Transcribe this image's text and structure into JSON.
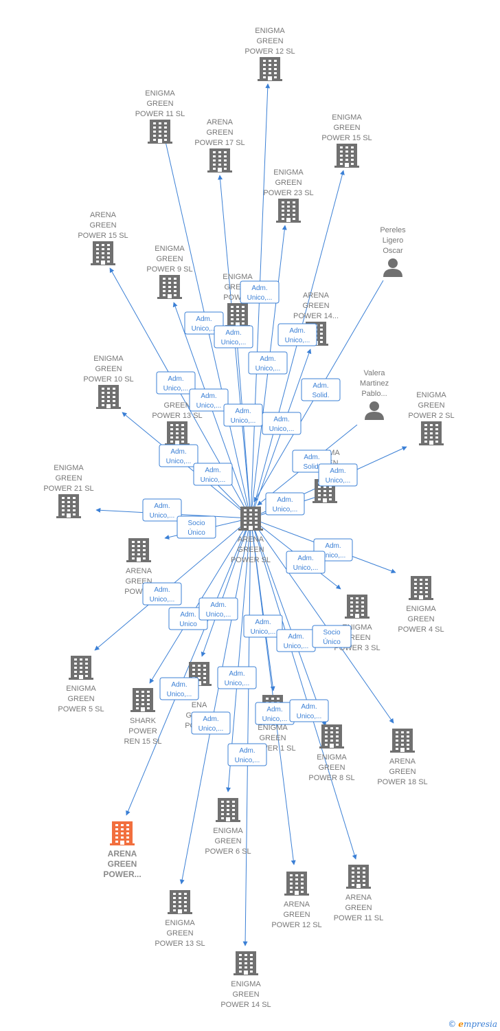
{
  "colors": {
    "edge": "#3a7fd5",
    "icon": "#707070",
    "highlight": "#f26f3e",
    "label": "#777777"
  },
  "footer": {
    "copyright": "©",
    "brand_initial": "e",
    "brand_rest": "mpresia"
  },
  "nodes": [
    {
      "id": "center",
      "type": "company",
      "label": [
        "ARENA",
        "GREEN",
        "POWER  SL"
      ]
    },
    {
      "id": "egp12",
      "type": "company",
      "label": [
        "ENIGMA",
        "GREEN",
        "POWER 12  SL"
      ]
    },
    {
      "id": "egp11",
      "type": "company",
      "label": [
        "ENIGMA",
        "GREEN",
        "POWER 11  SL"
      ]
    },
    {
      "id": "agp17",
      "type": "company",
      "label": [
        "ARENA",
        "GREEN",
        "POWER 17  SL"
      ]
    },
    {
      "id": "egp15",
      "type": "company",
      "label": [
        "ENIGMA",
        "GREEN",
        "POWER 15  SL"
      ]
    },
    {
      "id": "egp23",
      "type": "company",
      "label": [
        "ENIGMA",
        "GREEN",
        "POWER 23  SL"
      ]
    },
    {
      "id": "agp15",
      "type": "company",
      "label": [
        "ARENA",
        "GREEN",
        "POWER 15  SL"
      ]
    },
    {
      "id": "pereles",
      "type": "person",
      "label": [
        "Pereles",
        "Ligero",
        "Oscar"
      ]
    },
    {
      "id": "egp9",
      "type": "company",
      "label": [
        "ENIGMA",
        "GREEN",
        "POWER 9  SL"
      ]
    },
    {
      "id": "egpX",
      "type": "company",
      "label": [
        "ENIGMA",
        "GREEN",
        "POWER"
      ]
    },
    {
      "id": "agp14",
      "type": "company",
      "label": [
        "ARENA",
        "GREEN",
        "POWER 14..."
      ]
    },
    {
      "id": "valera",
      "type": "person",
      "label": [
        "Valera",
        "Martinez",
        "Pablo..."
      ]
    },
    {
      "id": "egp10",
      "type": "company",
      "label": [
        "ENIGMA",
        "GREEN",
        "POWER 10  SL"
      ]
    },
    {
      "id": "agp13",
      "type": "company",
      "label": [
        "",
        "GREEN",
        "POWER 13  SL"
      ]
    },
    {
      "id": "egp2",
      "type": "company",
      "label": [
        "ENIGMA",
        "GREEN",
        "POWER 2  SL"
      ]
    },
    {
      "id": "egpY",
      "type": "company",
      "label": [
        "ENIGMA",
        "GREEN",
        ""
      ]
    },
    {
      "id": "egp21",
      "type": "company",
      "label": [
        "ENIGMA",
        "GREEN",
        "POWER 21  SL"
      ]
    },
    {
      "id": "agpZ",
      "type": "company",
      "label": [
        "ARENA",
        "GREEN",
        "POWER"
      ]
    },
    {
      "id": "egp4",
      "type": "company",
      "label": [
        "ENIGMA",
        "GREEN",
        "POWER 4  SL"
      ]
    },
    {
      "id": "egp3",
      "type": "company",
      "label": [
        "ENIGMA",
        "GREEN",
        "POWER 3  SL"
      ]
    },
    {
      "id": "egp5",
      "type": "company",
      "label": [
        "ENIGMA",
        "GREEN",
        "POWER 5  SL"
      ]
    },
    {
      "id": "agpW",
      "type": "company",
      "label": [
        "",
        "ENA",
        "GREEN",
        "POWER"
      ]
    },
    {
      "id": "shark",
      "type": "company",
      "label": [
        "SHARK",
        "POWER",
        "REN 15  SL"
      ]
    },
    {
      "id": "egp1",
      "type": "company",
      "label": [
        "ENIGMA",
        "GREEN",
        "POWER 1  SL"
      ]
    },
    {
      "id": "egp8",
      "type": "company",
      "label": [
        "ENIGMA",
        "GREEN",
        "POWER 8  SL"
      ]
    },
    {
      "id": "agp18",
      "type": "company",
      "label": [
        "ARENA",
        "GREEN",
        "POWER 18  SL"
      ]
    },
    {
      "id": "hl",
      "type": "company",
      "highlight": true,
      "label": [
        "ARENA",
        "GREEN",
        "POWER..."
      ]
    },
    {
      "id": "egp6",
      "type": "company",
      "label": [
        "ENIGMA",
        "GREEN",
        "POWER 6  SL"
      ]
    },
    {
      "id": "agp12",
      "type": "company",
      "label": [
        "ARENA",
        "GREEN",
        "POWER 12  SL"
      ]
    },
    {
      "id": "agp11",
      "type": "company",
      "label": [
        "ARENA",
        "GREEN",
        "POWER 11  SL"
      ]
    },
    {
      "id": "egp13",
      "type": "company",
      "label": [
        "ENIGMA",
        "GREEN",
        "POWER 13  SL"
      ]
    },
    {
      "id": "egp14",
      "type": "company",
      "label": [
        "ENIGMA",
        "GREEN",
        "POWER 14  SL"
      ]
    }
  ],
  "edges": [
    {
      "from": "center",
      "to": "egp12",
      "label": [
        "Adm.",
        "Unico,..."
      ]
    },
    {
      "from": "center",
      "to": "egp11",
      "label": [
        "Adm.",
        "Unico,..."
      ]
    },
    {
      "from": "center",
      "to": "agp17",
      "label": [
        "Adm.",
        "Unico,..."
      ]
    },
    {
      "from": "center",
      "to": "egp15",
      "label": [
        "Adm.",
        "Unico,..."
      ]
    },
    {
      "from": "center",
      "to": "egp23",
      "label": [
        "Adm.",
        "Unico,..."
      ]
    },
    {
      "from": "center",
      "to": "agp15",
      "label": [
        "Adm.",
        "Unico,..."
      ]
    },
    {
      "from": "pereles",
      "to": "center",
      "label": [
        "Adm.",
        "Solid."
      ]
    },
    {
      "from": "center",
      "to": "egp9",
      "label": [
        "Adm.",
        "Unico,..."
      ]
    },
    {
      "from": "center",
      "to": "egpX",
      "label": [
        "Adm.",
        "Unico,..."
      ]
    },
    {
      "from": "center",
      "to": "agp14",
      "label": [
        "Adm.",
        "Unico,..."
      ]
    },
    {
      "from": "valera",
      "to": "center",
      "label": [
        "Adm.",
        "Solid."
      ]
    },
    {
      "from": "center",
      "to": "egp10",
      "label": [
        "Adm.",
        "Unico,..."
      ]
    },
    {
      "from": "center",
      "to": "agp13",
      "label": [
        "Adm.",
        "Unico,..."
      ]
    },
    {
      "from": "center",
      "to": "egp2",
      "label": [
        "Adm.",
        "Unico,..."
      ]
    },
    {
      "from": "center",
      "to": "egpY",
      "label": [
        "Adm.",
        "Unico,..."
      ]
    },
    {
      "from": "center",
      "to": "egp21",
      "label": [
        "Adm.",
        "Unico,..."
      ]
    },
    {
      "from": "center",
      "to": "agpZ",
      "label": [
        "Socio",
        "Único"
      ]
    },
    {
      "from": "center",
      "to": "egp4",
      "label": [
        "Adm.",
        "Unico,..."
      ]
    },
    {
      "from": "center",
      "to": "egp3",
      "label": [
        "Adm.",
        "Unico,..."
      ]
    },
    {
      "from": "center",
      "to": "egp5",
      "label": [
        "Adm.",
        "Unico,..."
      ]
    },
    {
      "from": "center",
      "to": "agpW",
      "label": [
        "Adm.",
        "Unico"
      ]
    },
    {
      "from": "center",
      "to": "shark",
      "label": [
        "Adm.",
        "Unico,..."
      ]
    },
    {
      "from": "center",
      "to": "egp1",
      "label": [
        "Adm.",
        "Unico,..."
      ]
    },
    {
      "from": "center",
      "to": "egp8",
      "label": [
        "Adm.",
        "Unico,..."
      ]
    },
    {
      "from": "center",
      "to": "agp18",
      "label": [
        "Socio",
        "Único"
      ]
    },
    {
      "from": "center",
      "to": "hl",
      "label": [
        "Adm.",
        "Unico,..."
      ]
    },
    {
      "from": "center",
      "to": "egp6",
      "label": [
        "Adm.",
        "Unico,..."
      ]
    },
    {
      "from": "center",
      "to": "agp12",
      "label": [
        "Adm.",
        "Unico,..."
      ]
    },
    {
      "from": "center",
      "to": "agp11",
      "label": [
        "Adm.",
        "Unico,..."
      ]
    },
    {
      "from": "center",
      "to": "egp13",
      "label": [
        "Adm.",
        "Unico,..."
      ]
    },
    {
      "from": "center",
      "to": "egp14",
      "label": [
        "Adm.",
        "Unico,..."
      ]
    }
  ]
}
